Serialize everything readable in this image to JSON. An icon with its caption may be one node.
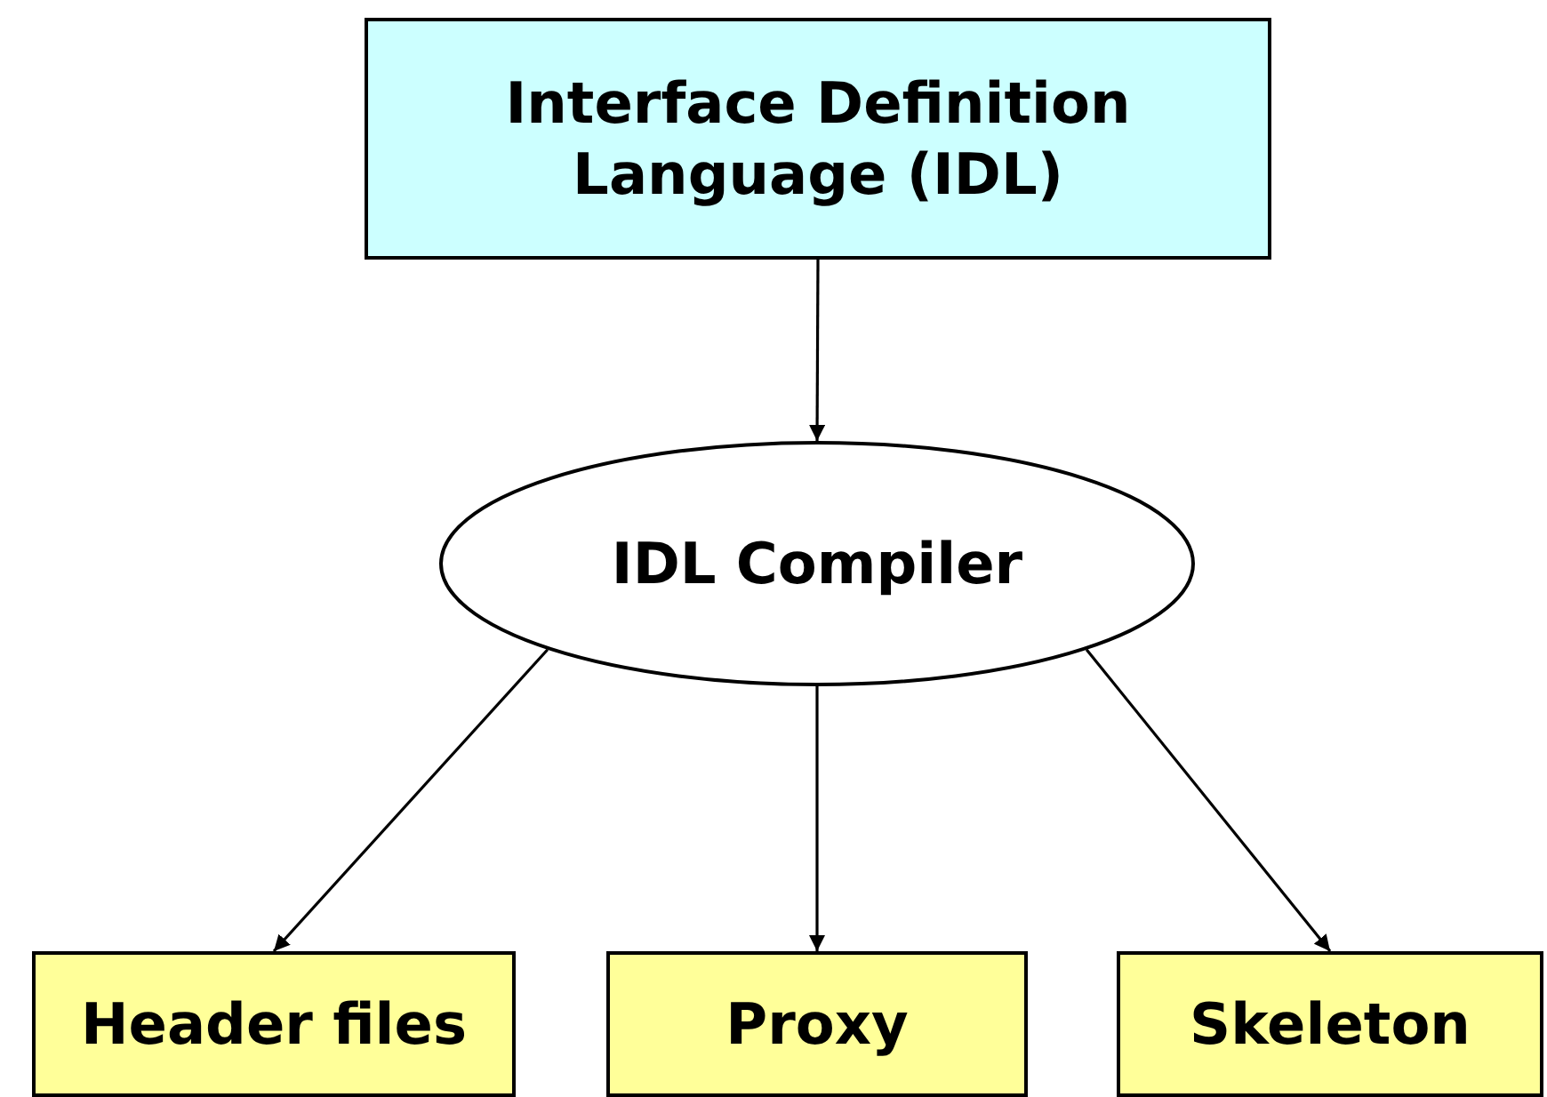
{
  "diagram": {
    "nodes": [
      {
        "text": [
          "Interface Definition Language (IDL)"
        ]
      },
      {
        "text": [
          "IDL Compiler"
        ]
      },
      {
        "text": [
          "Header files"
        ]
      },
      {
        "text": [
          "Proxy"
        ]
      },
      {
        "text": [
          "Skeleton"
        ]
      }
    ],
    "edges": [
      {
        "from": 0,
        "to": 1,
        "arrow": "to"
      },
      {
        "from": 1,
        "to": 2,
        "arrow": "to"
      },
      {
        "from": 1,
        "to": 3,
        "arrow": "to"
      },
      {
        "from": 1,
        "to": 4,
        "arrow": "to"
      }
    ]
  }
}
